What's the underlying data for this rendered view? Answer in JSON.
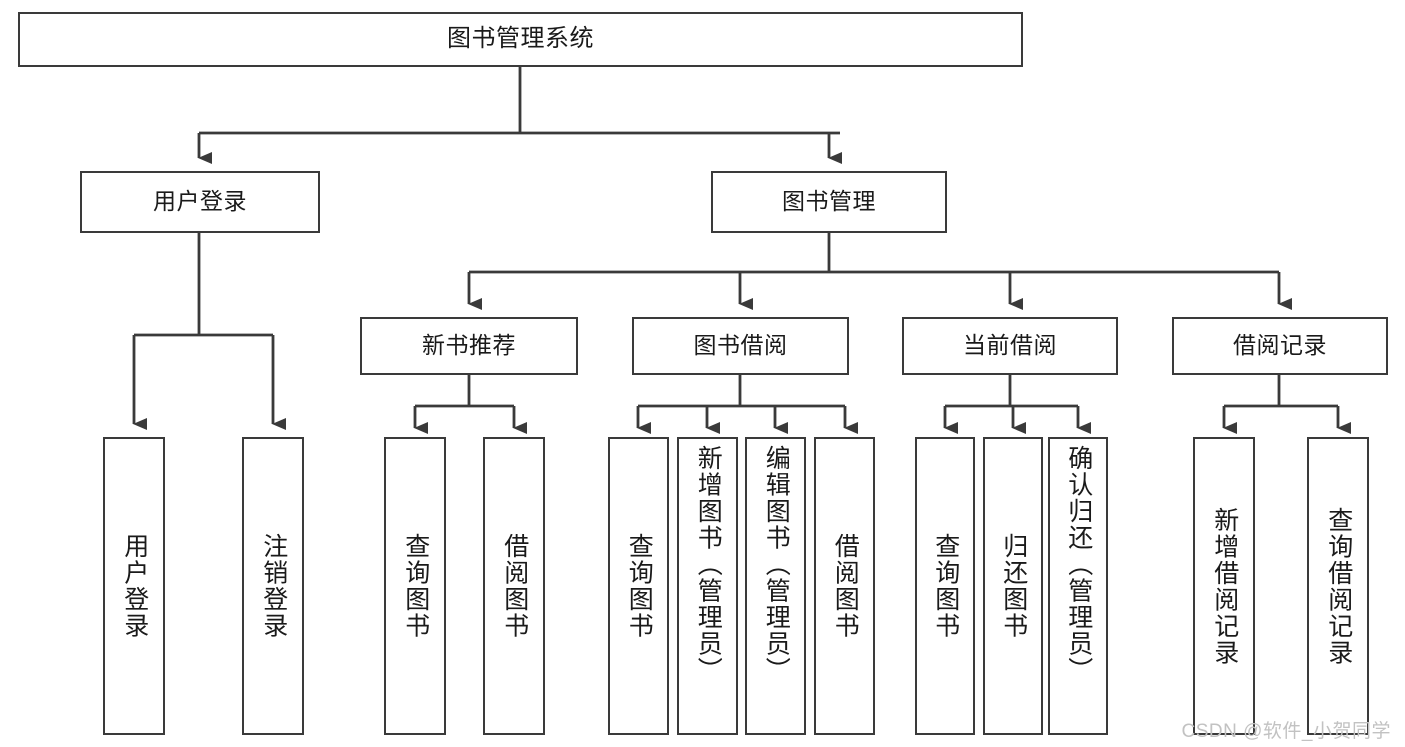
{
  "diagram": {
    "title": "图书管理系统",
    "watermark": "CSDN @软件_小贺同学",
    "accent_color": "#3a3a3a",
    "background_color": "#ffffff",
    "text_color": "#1a1a1a",
    "watermark_color": "#c2c2c2"
  },
  "nodes": {
    "root": {
      "label": "图书管理系统"
    },
    "level2": [
      {
        "label": "用户登录"
      },
      {
        "label": "图书管理"
      }
    ],
    "level3": [
      {
        "label": "新书推荐"
      },
      {
        "label": "图书借阅"
      },
      {
        "label": "当前借阅"
      },
      {
        "label": "借阅记录"
      }
    ],
    "leaves": {
      "user_login": [
        {
          "label": "用户登录"
        },
        {
          "label": "注销登录"
        }
      ],
      "new_book_recommend": [
        {
          "label": "查询图书"
        },
        {
          "label": "借阅图书"
        }
      ],
      "book_borrow": [
        {
          "label": "查询图书"
        },
        {
          "label": "新增图书（管理员）"
        },
        {
          "label": "编辑图书（管理员）"
        },
        {
          "label": "借阅图书"
        }
      ],
      "current_borrow": [
        {
          "label": "查询图书"
        },
        {
          "label": "归还图书"
        },
        {
          "label": "确认归还（管理员）"
        }
      ],
      "borrow_record": [
        {
          "label": "新增借阅记录"
        },
        {
          "label": "查询借阅记录"
        }
      ]
    }
  }
}
